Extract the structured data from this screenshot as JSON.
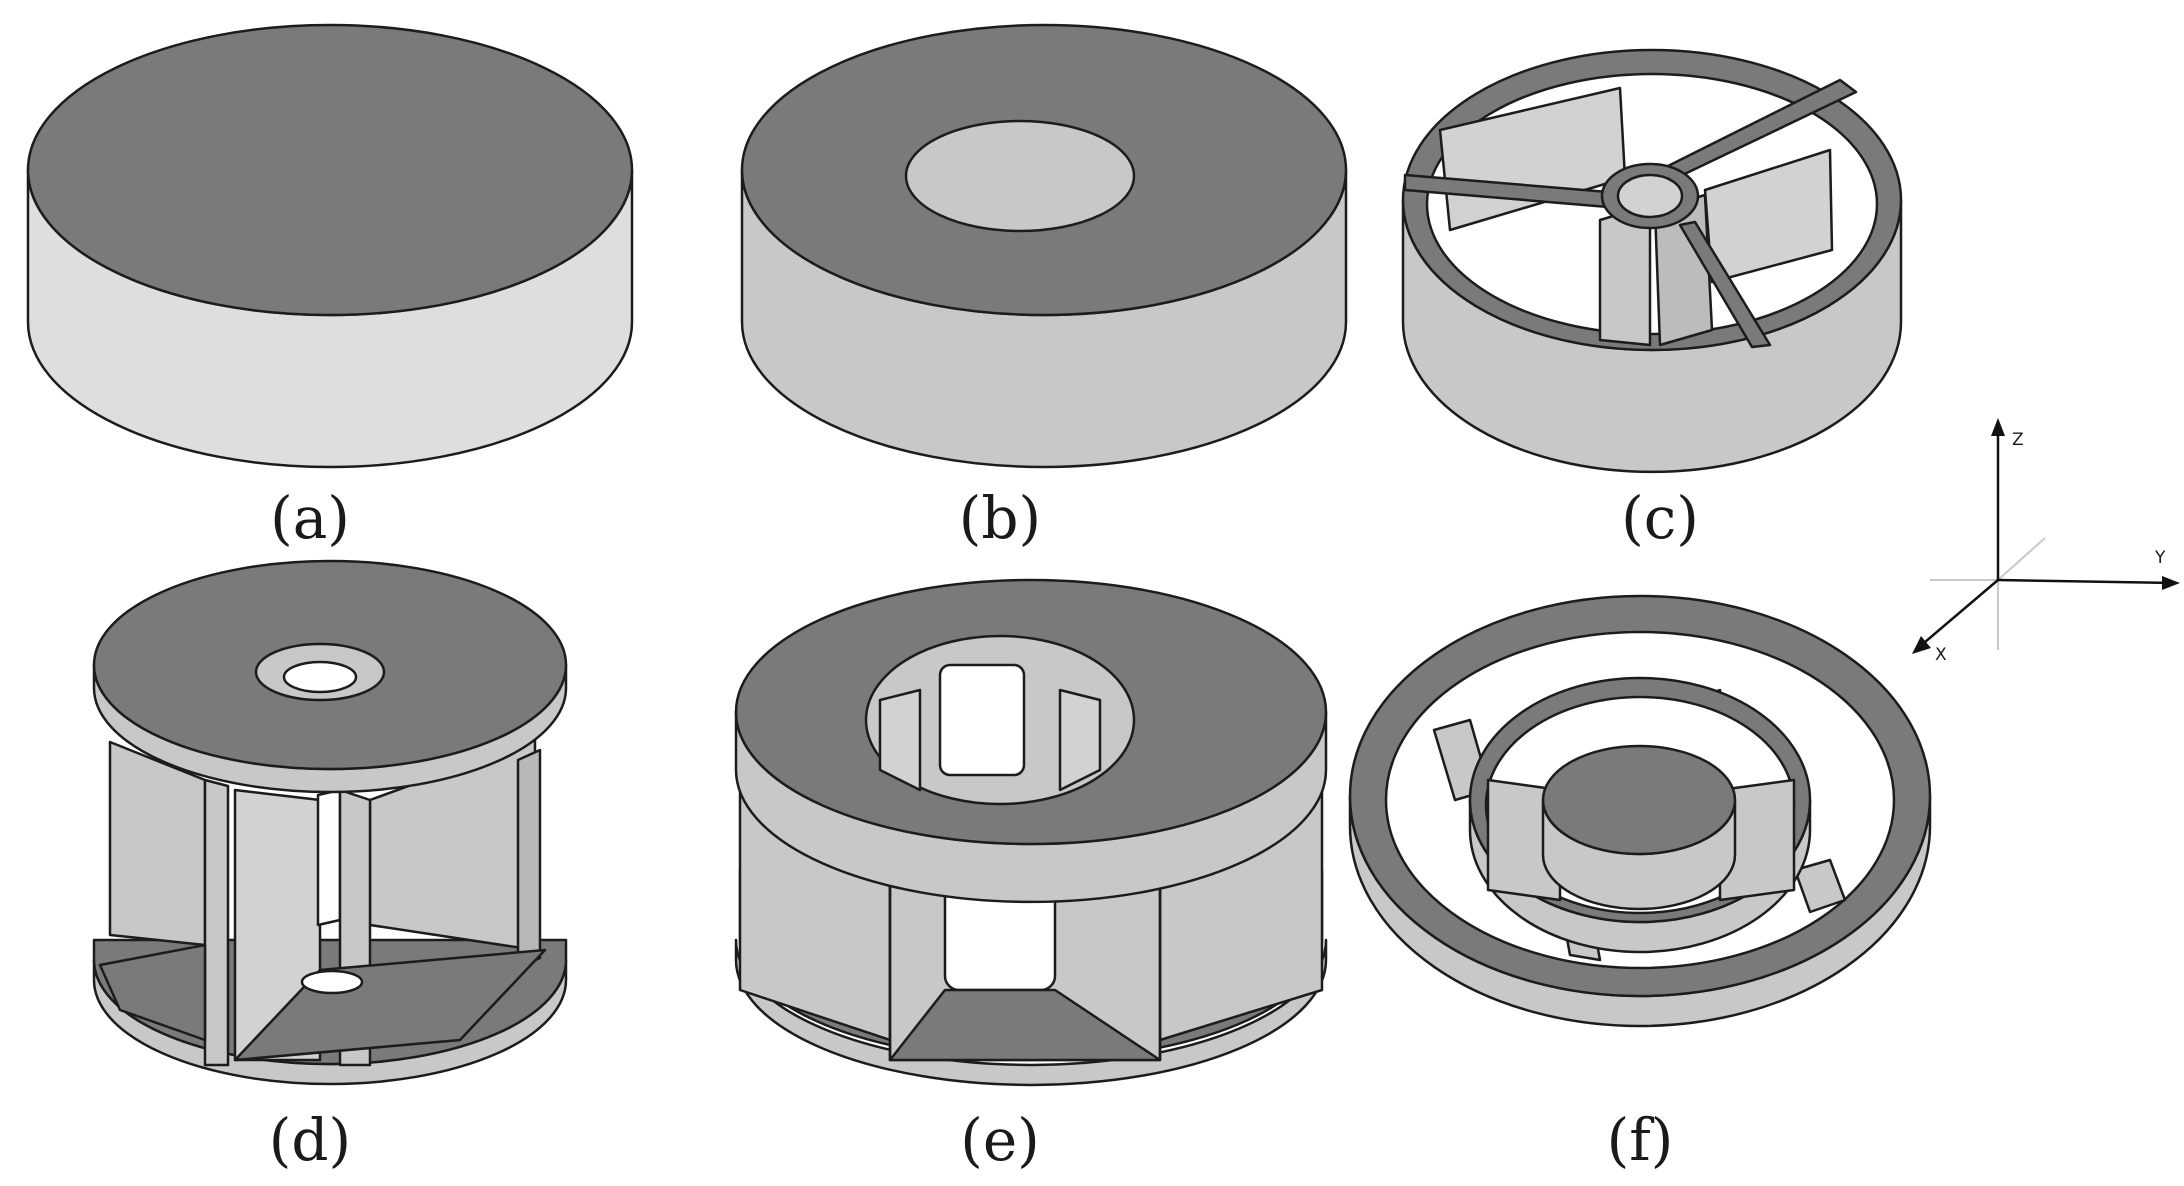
{
  "figure": {
    "panels": [
      {
        "id": "a",
        "label": "(a)"
      },
      {
        "id": "b",
        "label": "(b)"
      },
      {
        "id": "c",
        "label": "(c)"
      },
      {
        "id": "d",
        "label": "(d)"
      },
      {
        "id": "e",
        "label": "(e)"
      },
      {
        "id": "f",
        "label": "(f)"
      }
    ],
    "axes": {
      "z": "Z",
      "y": "Y",
      "x": "X"
    },
    "colors": {
      "dark_face": "#7a7a7a",
      "light_face": "#c8c8c8",
      "lightest_face": "#dedede",
      "outline": "#1c1c1c"
    }
  }
}
